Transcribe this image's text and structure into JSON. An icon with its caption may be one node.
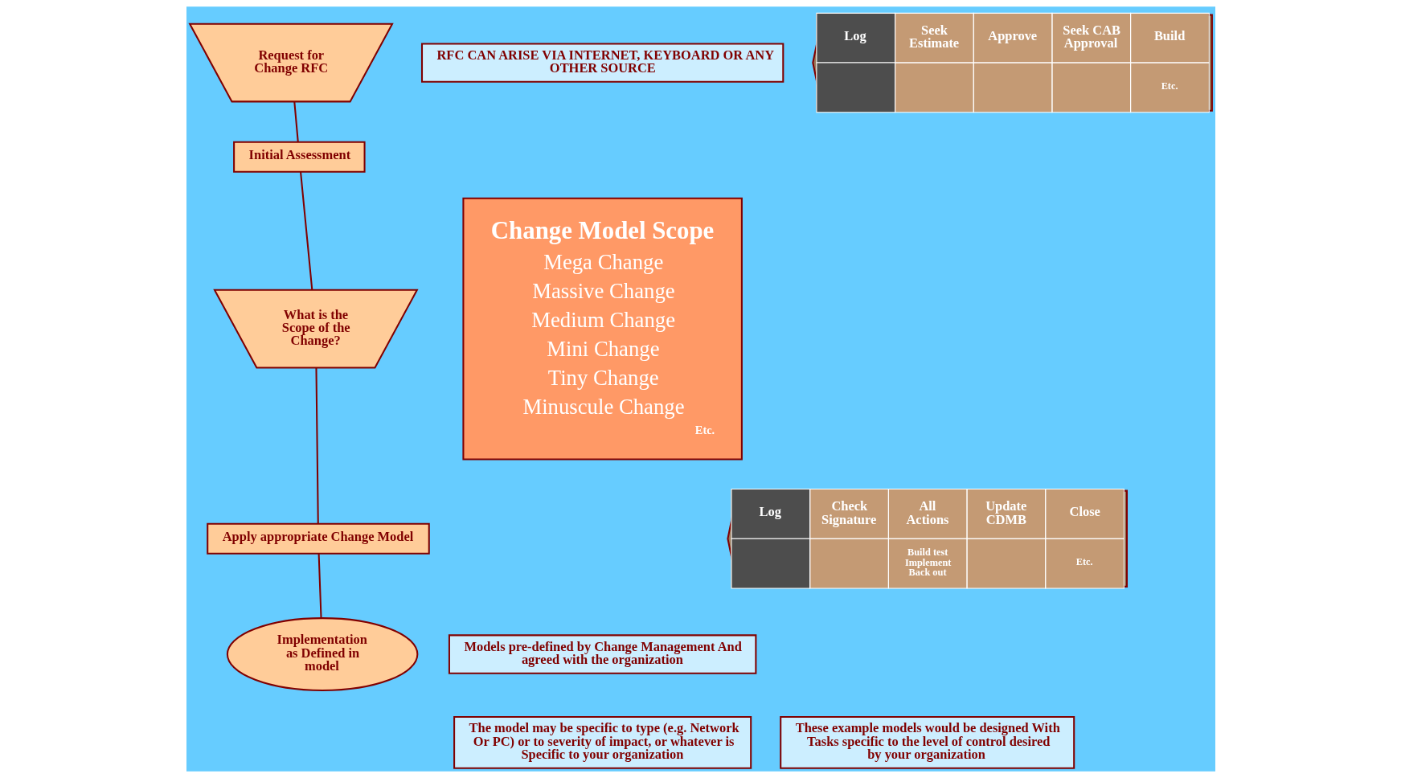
{
  "diagram": {
    "nodes": [
      {
        "text": [
          "Request for Change RFC"
        ]
      },
      {
        "text": [
          "Initial Assessment"
        ]
      },
      {
        "text": [
          "What is the Scope of the Change?"
        ]
      },
      {
        "text": [
          "Apply appropriate Change Model"
        ]
      },
      {
        "text": [
          "Implementation as Defined in model"
        ]
      },
      {
        "text": [
          "RFC CAN ARISE VIA INTERNET, KEYBOARD OR ANY OTHER SOURCE"
        ]
      },
      {
        "text": [
          "Change Model Scope",
          "Mega Change",
          "Massive Change",
          "Medium Change",
          "Mini Change",
          "Tiny Change",
          "Minuscule Change",
          "Etc."
        ]
      },
      {
        "text": [
          "Log",
          "Seek Estimate",
          "Approve",
          "Seek CAB Approval",
          "Build",
          "Etc."
        ]
      },
      {
        "text": [
          "Log",
          "Check Signature",
          "All Actions",
          "Update CDMB",
          "Close",
          "Build test Implement Back out",
          "Etc."
        ]
      },
      {
        "text": [
          "Models pre-defined by Change Management And agreed with the organization"
        ]
      },
      {
        "text": [
          "The model may be specific to type (e.g. Network Or PC) or to severity of impact, or whatever is Specific to your organization"
        ]
      },
      {
        "text": [
          "These example models would be designed With Tasks specific to the level of control desired by your organization"
        ]
      }
    ],
    "edges": [
      {
        "from": 0,
        "to": 1,
        "arrow": "none"
      },
      {
        "from": 1,
        "to": 2,
        "arrow": "none"
      },
      {
        "from": 2,
        "to": 3,
        "arrow": "none"
      },
      {
        "from": 3,
        "to": 4,
        "arrow": "none"
      }
    ]
  }
}
